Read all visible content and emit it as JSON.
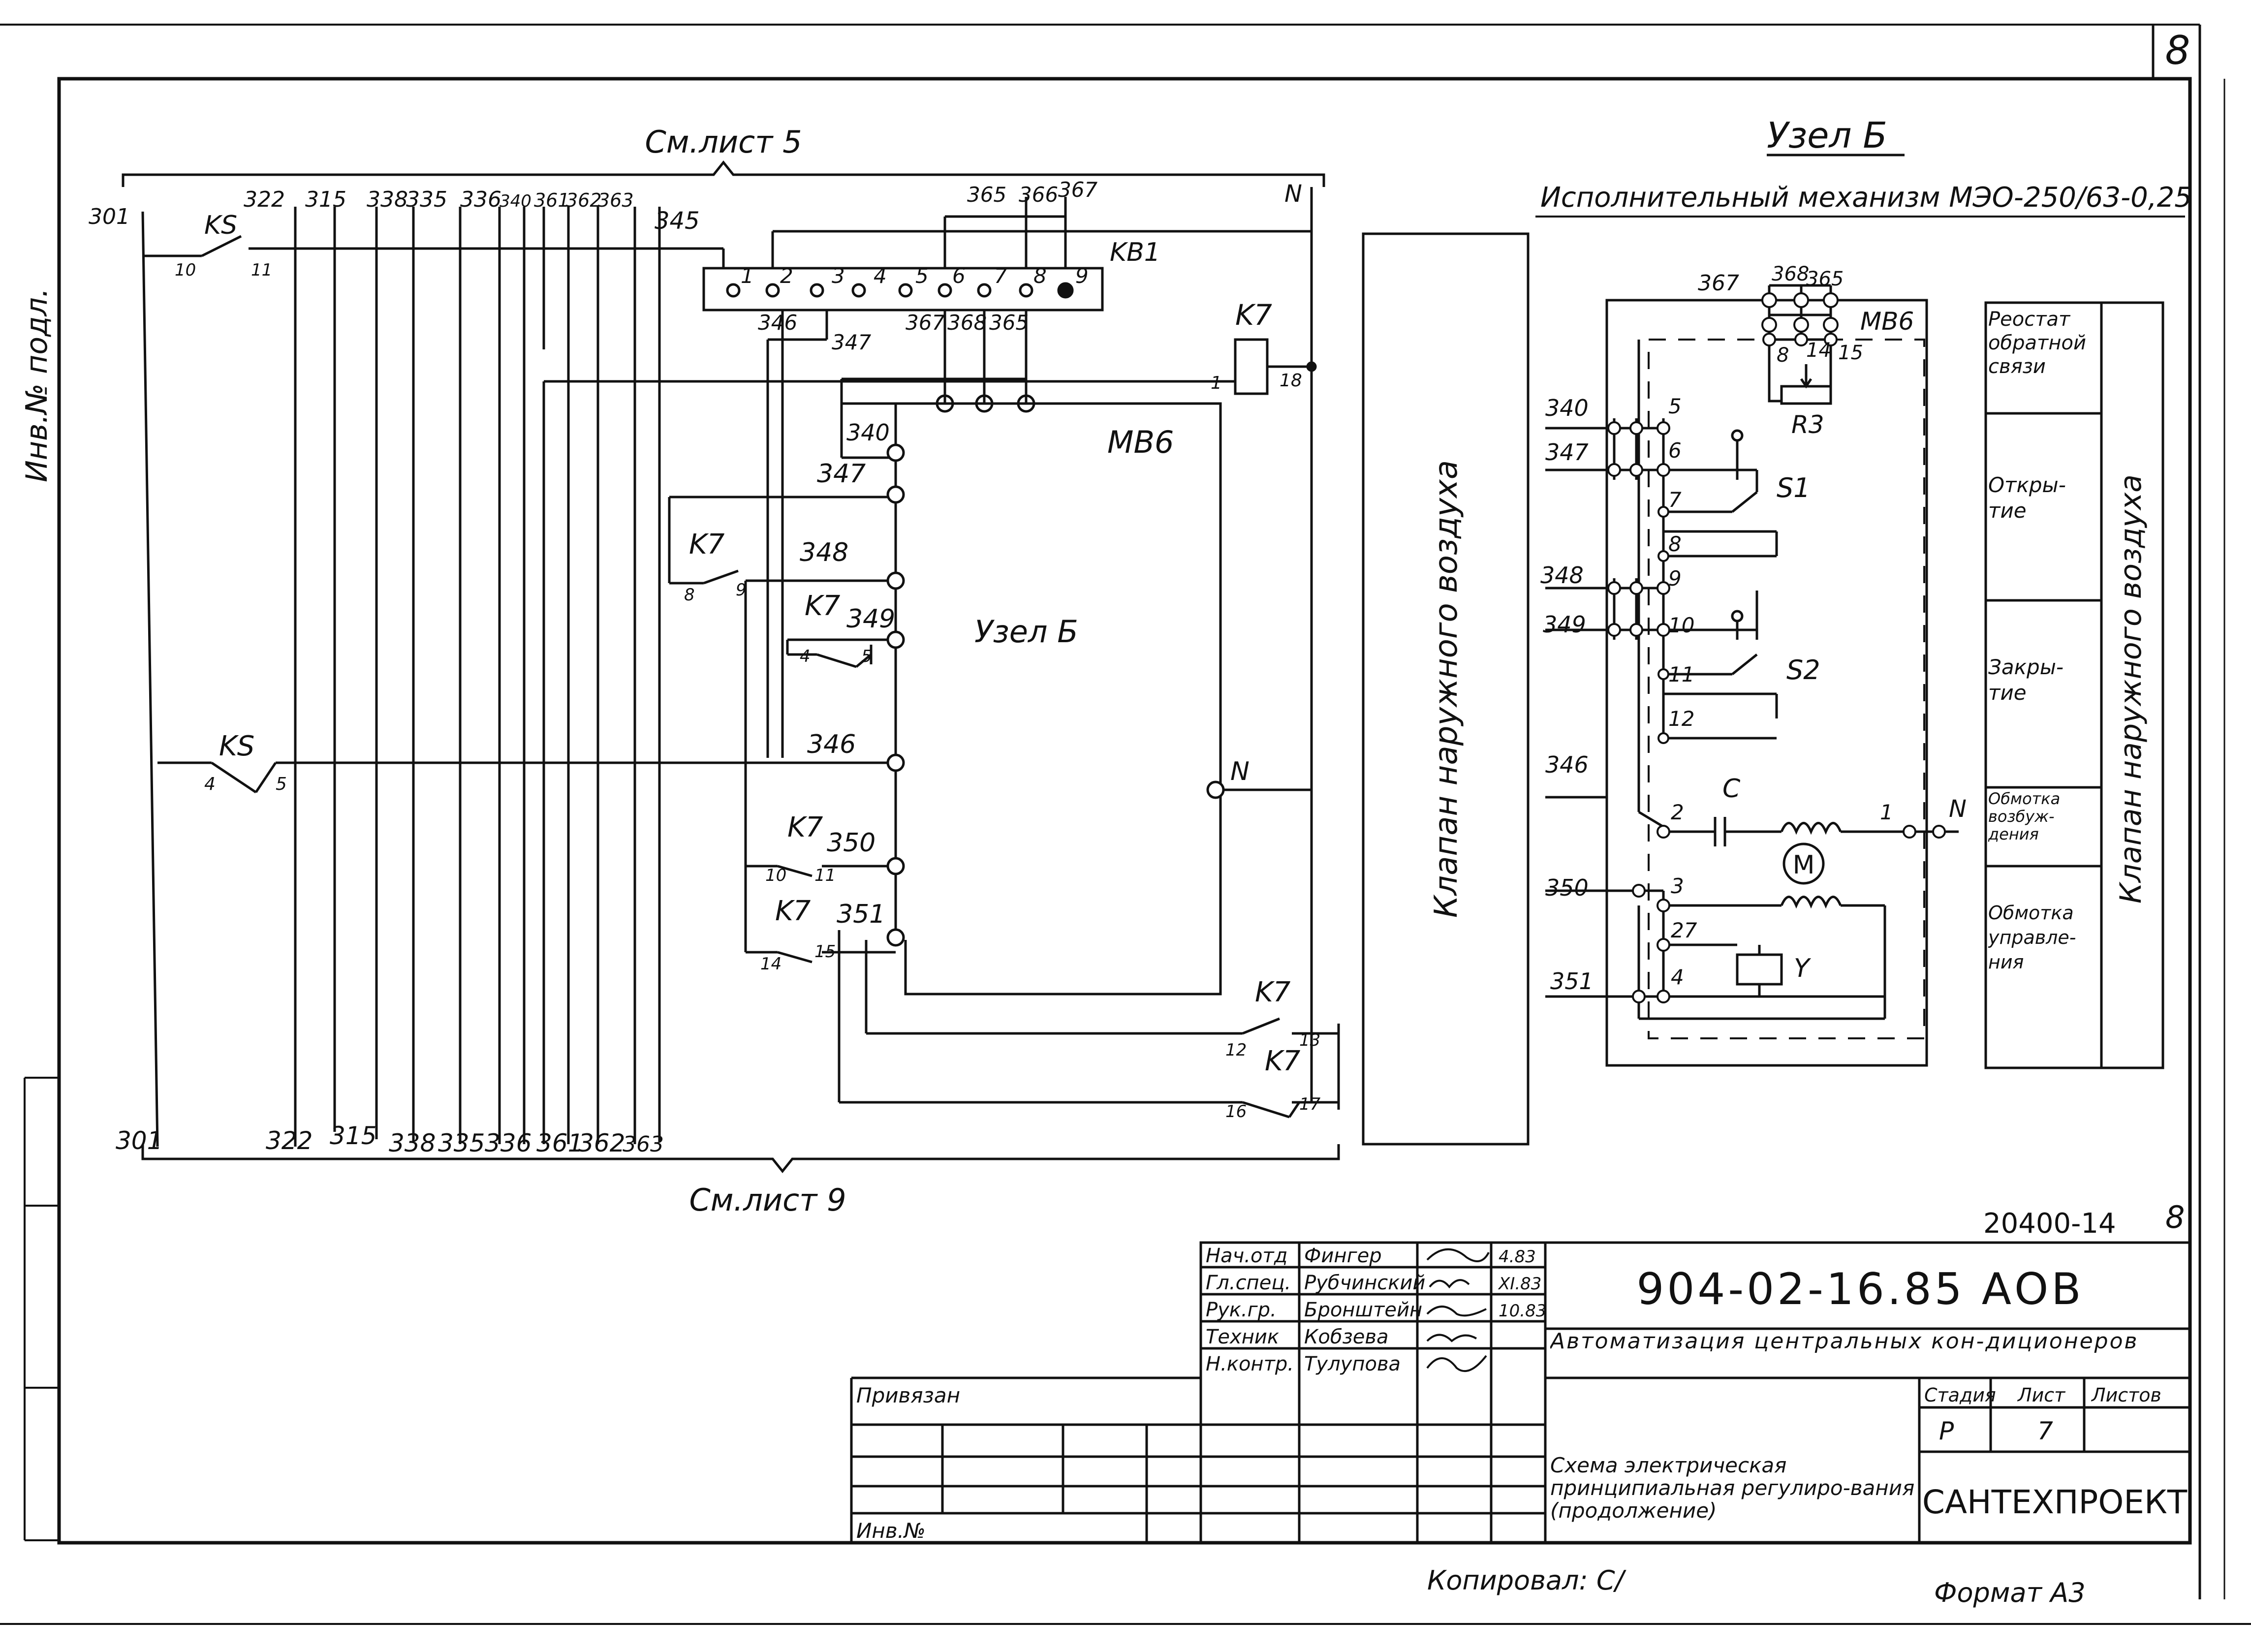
{
  "sheet": {
    "corner_number": "8",
    "margin_note": "Инв.№ подл."
  },
  "refs": {
    "top": "См.лист 5",
    "bottom": "См.лист 9"
  },
  "bus": {
    "top_labels": [
      "301",
      "322",
      "315",
      "338",
      "335",
      "336",
      "340",
      "361",
      "362",
      "363"
    ],
    "bottom_labels": [
      "301",
      "322",
      "315",
      "338",
      "335",
      "336",
      "361",
      "362",
      "363"
    ],
    "neutral": "N",
    "w345": "345"
  },
  "left": {
    "ks_top": {
      "label": "KS",
      "pin_a": "10",
      "pin_b": "11"
    },
    "ks_mid": {
      "label": "KS",
      "pin_a": "4",
      "pin_b": "5"
    },
    "kb1": {
      "label": "KB1",
      "terminals": [
        "1",
        "2",
        "3",
        "4",
        "5",
        "6",
        "7",
        "8",
        "9"
      ],
      "top_wires": [
        "365",
        "366",
        "367"
      ],
      "bottom_wires": [
        "346",
        "347",
        "367",
        "368",
        "365"
      ]
    },
    "relay": {
      "label": "K7",
      "pin_a": "1",
      "pin_b": "18"
    },
    "mb6": {
      "label": "MB6",
      "center": "Узел Б",
      "wires": [
        "340",
        "347",
        "348",
        "349",
        "346",
        "350",
        "351"
      ],
      "neutral": "N"
    },
    "k7_contacts": [
      {
        "label": "K7",
        "pin_a": "8",
        "pin_b": "9"
      },
      {
        "label": "K7",
        "pin_a": "4",
        "pin_b": "5"
      },
      {
        "label": "K7",
        "pin_a": "10",
        "pin_b": "11"
      },
      {
        "label": "K7",
        "pin_a": "14",
        "pin_b": "15"
      },
      {
        "label": "K7",
        "pin_a": "12",
        "pin_b": "13"
      },
      {
        "label": "K7",
        "pin_a": "16",
        "pin_b": "17"
      }
    ],
    "valve_label": "Клапан наружного воздуха"
  },
  "right": {
    "title": "Узел Б",
    "subtitle": "Исполнительный механизм МЭО-250/63-0,25",
    "top_wires": [
      "367",
      "368",
      "365"
    ],
    "mb6_label": "MB6",
    "mb6_pins": [
      "8",
      "14",
      "15"
    ],
    "r3": "R3",
    "wire_labels": [
      "340",
      "347",
      "348",
      "349",
      "346",
      "350",
      "351"
    ],
    "pins": [
      "5",
      "6",
      "7",
      "8",
      "9",
      "10",
      "11",
      "12",
      "2",
      "1",
      "3",
      "27",
      "4"
    ],
    "s1": "S1",
    "s2": "S2",
    "capacitor": "C",
    "motor": "M",
    "coil": "Y",
    "neutral": "N",
    "legend": [
      "Реостат обратной связи",
      "Откры-тие",
      "Закры-тие",
      "Обмотка возбуж-дения",
      "Обмотка управле-ния"
    ],
    "valve_label": "Клапан наружного воздуха"
  },
  "doc_code_small": "20400-14",
  "sheet_no_small": "8",
  "title_block": {
    "code": "904-02-16.85 АОВ",
    "project": "Автоматизация центральных кон-диционеров",
    "drawing_title": "Схема электрическая принципиальная регулиро-вания (продолжение)",
    "org": "САНТЕХПРОЕКТ",
    "stage_header": "Стадия",
    "sheet_header": "Лист",
    "sheets_header": "Листов",
    "stage": "Р",
    "sheet": "7",
    "roles": [
      "Нач.отд",
      "Гл.спец.",
      "Рук.гр.",
      "Техник",
      "Н.контр."
    ],
    "names": [
      "Фингер",
      "Рубчинский",
      "Бронштейн",
      "Кобзева",
      "Тулупова"
    ],
    "dates": [
      "4.83",
      "XI.83",
      "10.83",
      "",
      ""
    ],
    "privyazan": "Привязан",
    "inv_no": "Инв.№"
  },
  "footer": {
    "copied": "Копировал: С/",
    "format": "Формат А3"
  }
}
